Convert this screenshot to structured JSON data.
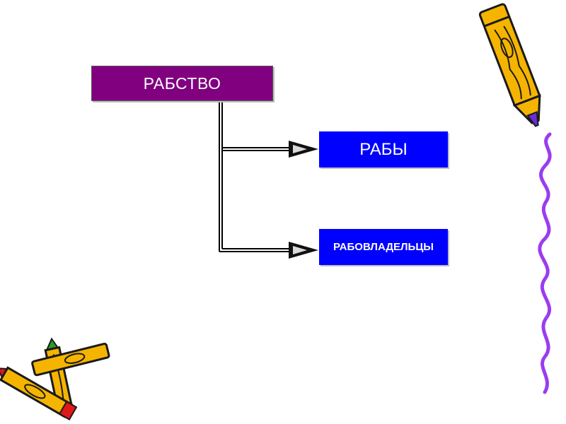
{
  "diagram": {
    "root": {
      "label": "РАБСТВО"
    },
    "children": [
      {
        "label": "РАБЫ"
      },
      {
        "label": "РАБОВЛАДЕЛЬЦЫ"
      }
    ]
  },
  "colors": {
    "root_fill": "#800080",
    "child_fill": "#0000ff",
    "connector": "#000000",
    "scribble": "#9b3cf0",
    "pencil_body": "#f5b400",
    "pencil_outline": "#1a1a1a",
    "pencil_tip": "#6a2bd8",
    "crayon_red": "#e01818",
    "crayon_green": "#2c9a2c"
  },
  "icons": {
    "top_right": "pencil-icon",
    "bottom_left": "crayons-icon",
    "right_line": "scribble-line"
  }
}
